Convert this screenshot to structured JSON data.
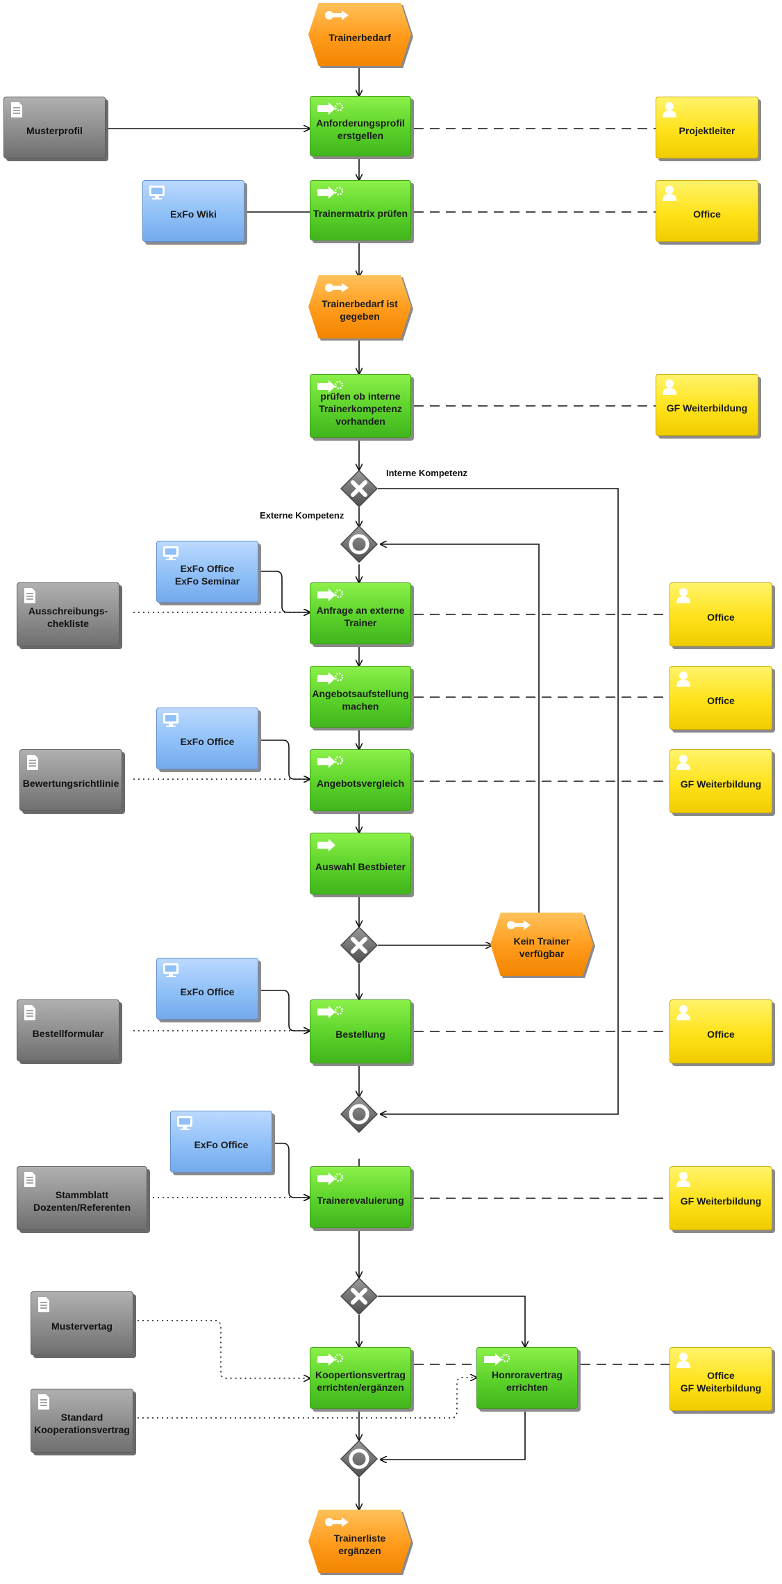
{
  "events": {
    "start": "Trainerbedarf",
    "bedarf_gegeben": "Trainerbedarf ist\ngegeben",
    "kein_trainer": "Kein Trainer\nverfügbar",
    "end": "Trainerliste\nergänzen"
  },
  "functions": {
    "anforderungsprofil": "Anforderungsprofil\nerstgellen",
    "trainermatrix": "Trainermatrix prüfen",
    "pruefen_intern": "prüfen ob interne\nTrainerkompetenz\nvorhanden",
    "anfrage": "Anfrage an externe\nTrainer",
    "angebotsaufstellung": "Angebotsaufstellung\nmachen",
    "angebotsvergleich": "Angebotsvergleich",
    "auswahl": "Auswahl Bestbieter",
    "bestellung": "Bestellung",
    "evaluierung": "Trainerevaluierung",
    "kooperation": "Koopertionsvertrag\nerrichten/ergänzen",
    "honorar": "Honroravertrag\nerrichten"
  },
  "documents": {
    "musterprofil": "Musterprofil",
    "ausschreibung": "Ausschreibungs-\nchekliste",
    "bewertung": "Bewertungsrichtlinie",
    "bestellformular": "Bestellformular",
    "stammblatt": "Stammblatt\nDozenten/Referenten",
    "mustervertag": "Mustervertag",
    "standard_koop": "Standard\nKooperationsvertrag"
  },
  "systems": {
    "wiki": "ExFo Wiki",
    "office_seminar": "ExFo Office\nExFo Seminar",
    "office_1": "ExFo Office",
    "office_2": "ExFo Office",
    "office_3": "ExFo Office"
  },
  "orgs": {
    "projektleiter": "Projektleiter",
    "office_a": "Office",
    "gf_1": "GF Weiterbildung",
    "office_b": "Office",
    "office_c": "Office",
    "gf_2": "GF Weiterbildung",
    "office_d": "Office",
    "gf_3": "GF Weiterbildung",
    "office_gf": "Office\nGF Weiterbildung"
  },
  "labels": {
    "interne": "Interne Kompetenz",
    "externe": "Externe Kompetenz"
  },
  "colors": {
    "function": "#5bd22a",
    "event": "#ff9a1a",
    "org_unit": "#ffe21a",
    "document": "#8d8d8d",
    "system": "#8fc0f7",
    "gateway": "#6f6f6f"
  }
}
